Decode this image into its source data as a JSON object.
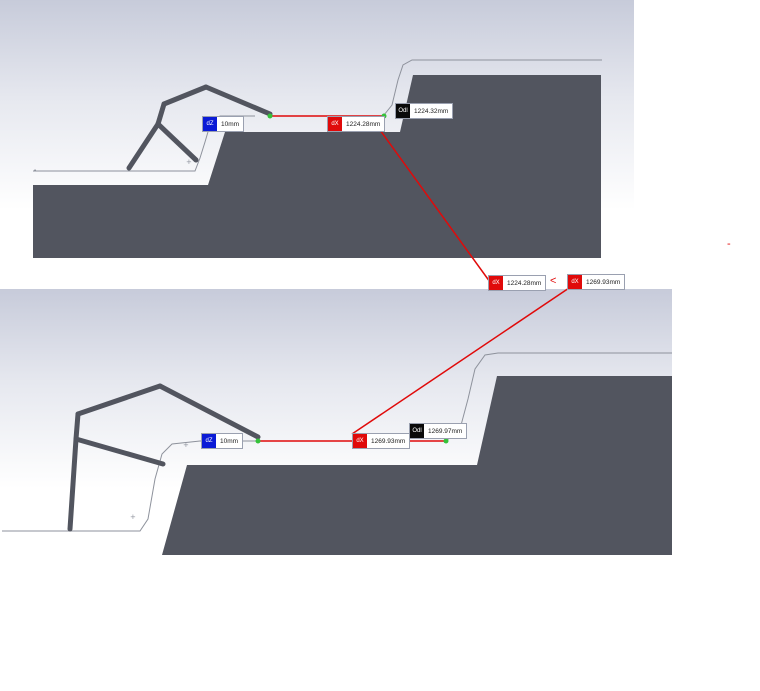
{
  "top": {
    "dz_label": "dZ",
    "dz_value": "10mm",
    "dx_label": "dX",
    "dx_value": "1224.28mm",
    "od_label": "Odl",
    "od_value": "1224.32mm"
  },
  "bottom": {
    "dz_label": "dZ",
    "dz_value": "10mm",
    "dx_label": "dX",
    "dx_value": "1269.93mm",
    "od_label": "Odl",
    "od_value": "1269.97mm"
  },
  "comparison": {
    "left_label": "dX",
    "left_value": "1224.28mm",
    "operator": "<",
    "right_label": "dX",
    "right_value": "1269.93mm"
  },
  "side_mark": "-",
  "colors": {
    "terrain": "#52555f",
    "measure_line": "#e00a0a",
    "point": "#35c23a",
    "path": "#8e929c"
  }
}
